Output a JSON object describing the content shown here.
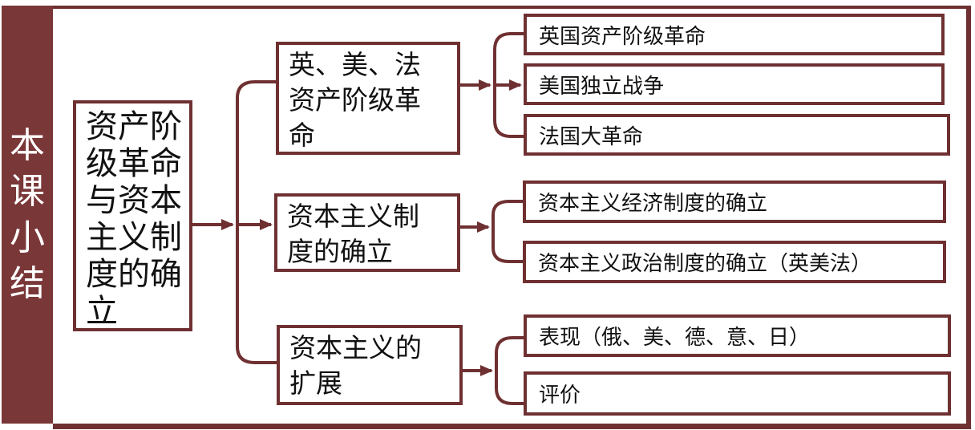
{
  "colors": {
    "accent": "#6F3031",
    "sidebar_fill": "#7A3738",
    "sidebar_text": "#FFFFFF",
    "box_bg": "#FFFFFF",
    "text": "#111111"
  },
  "sidebar": {
    "title": "本课小结"
  },
  "diagram": {
    "root": {
      "label": "资产阶\n级革命\n与资本\n主义制\n度的确\n立"
    },
    "branches": [
      {
        "label": "英、美、法\n资产阶级革\n命",
        "children": [
          "英国资产阶级革命",
          "美国独立战争",
          "法国大革命"
        ]
      },
      {
        "label": "资本主义制\n度的确立",
        "children": [
          "资本主义经济制度的确立",
          "资本主义政治制度的确立（英美法）"
        ]
      },
      {
        "label": "资本主义的\n扩展",
        "children": [
          "表现（俄、美、德、意、日）",
          "评价"
        ]
      }
    ]
  }
}
